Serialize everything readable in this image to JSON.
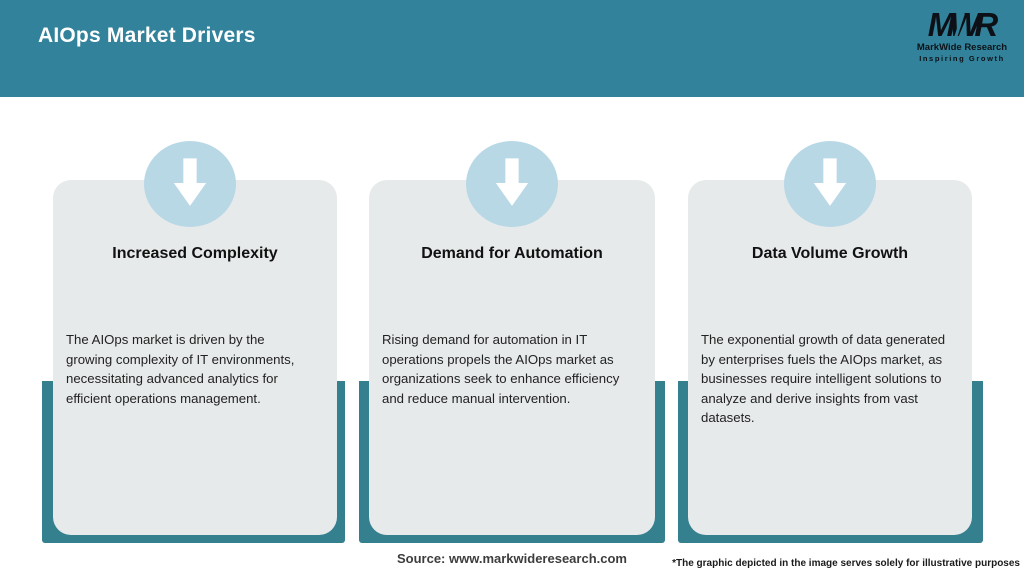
{
  "header": {
    "title": "AIOps Market Drivers",
    "logo": {
      "acronym": "MWR",
      "name": "MarkWide Research",
      "tagline": "Inspiring Growth"
    }
  },
  "cards": [
    {
      "title": "Increased Complexity",
      "body": "The AIOps market is driven by the\ngrowing complexity of IT environments,\nnecessitating advanced analytics for\nefficient operations management."
    },
    {
      "title": "Demand for Automation",
      "body": "Rising demand for automation in IT\noperations propels the AIOps market as\norganizations seek to enhance efficiency\nand reduce manual intervention."
    },
    {
      "title": "Data Volume Growth",
      "body": "The exponential growth of data generated\nby enterprises fuels the AIOps market, as\nbusinesses require intelligent solutions to\nanalyze and derive insights from vast\ndatasets."
    }
  ],
  "footer": {
    "source": "Source: www.markwideresearch.com",
    "disclaimer": "*The graphic depicted in the image serves solely for illustrative purposes"
  },
  "colors": {
    "header_bg": "#31829A",
    "accent_bar": "#34808F",
    "card_bg": "#E7EAEB",
    "circle": "#B8D8E6",
    "arrow": "#FFFFFF"
  },
  "icons": {
    "circle_icon": "down-arrow-icon"
  }
}
